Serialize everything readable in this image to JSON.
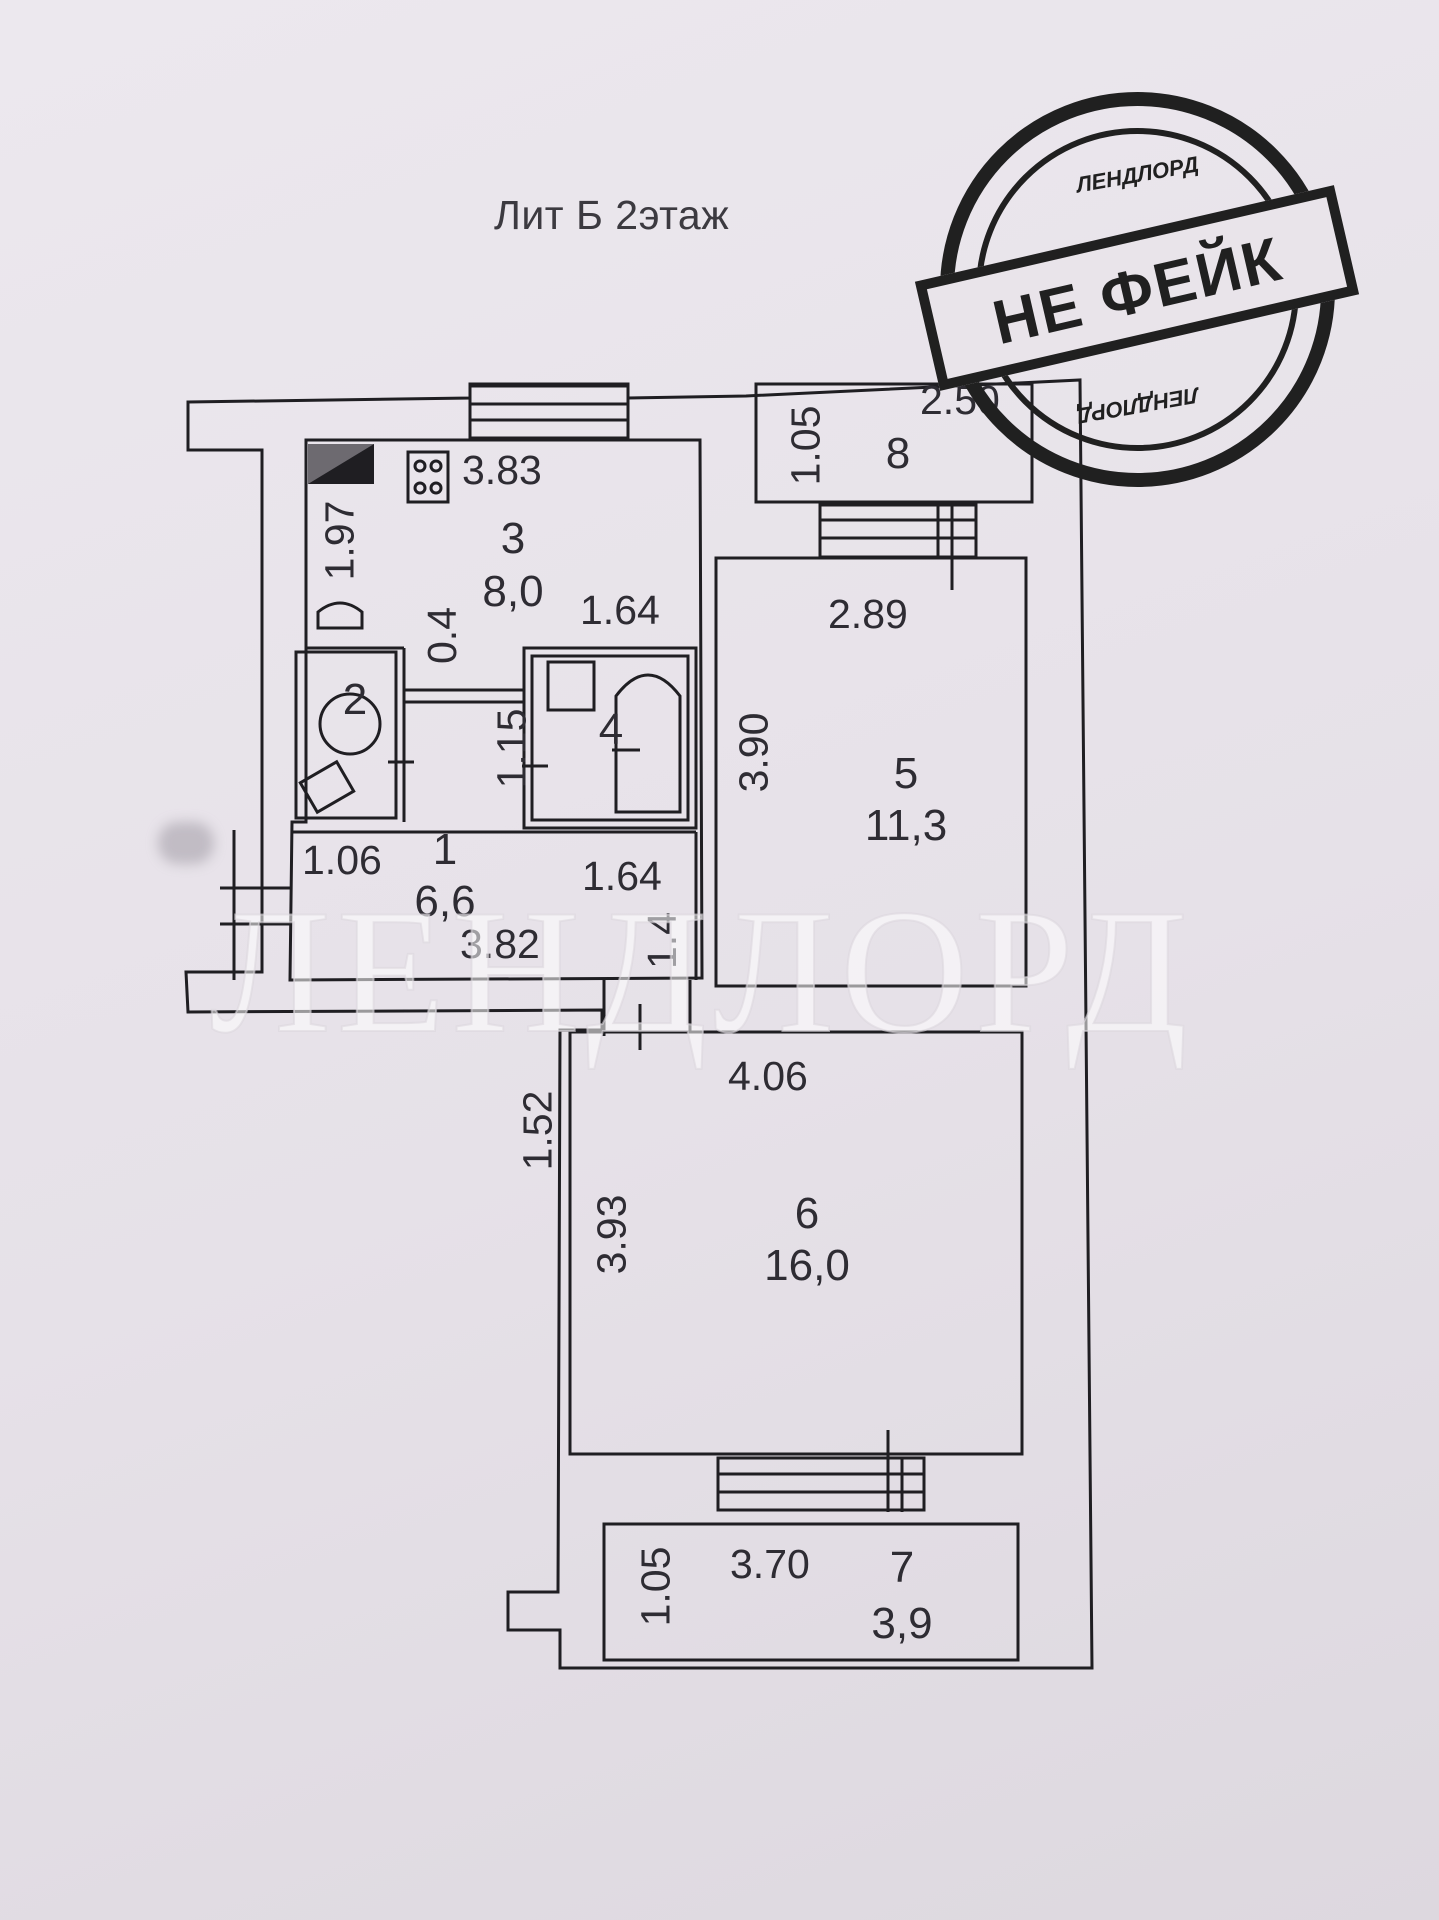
{
  "plan": {
    "title": "Лит Б 2этаж"
  },
  "rooms": [
    {
      "id": "room-1",
      "number": "1",
      "area": "6,6"
    },
    {
      "id": "room-2",
      "number": "2",
      "area": ""
    },
    {
      "id": "room-3",
      "number": "3",
      "area": "8,0"
    },
    {
      "id": "room-4",
      "number": "4",
      "area": ""
    },
    {
      "id": "room-5",
      "number": "5",
      "area": "11,3"
    },
    {
      "id": "room-6",
      "number": "6",
      "area": "16,0"
    },
    {
      "id": "room-7",
      "number": "7",
      "area": "3,9"
    },
    {
      "id": "room-8",
      "number": "8",
      "area": ""
    }
  ],
  "dimensions": {
    "kitchen_width": "3.83",
    "kitchen_height": "1.97",
    "kitchen_step": "0.4",
    "bath_width_top": "1.64",
    "corridor_gap": "1.15",
    "hall_left": "1.06",
    "hall_right": "1.64",
    "hall_width": "3.82",
    "hall_door": "1.4",
    "balcony_top_height": "1.05",
    "balcony_top_width": "2.50",
    "room5_width": "2.89",
    "room5_height": "3.90",
    "room6_width": "4.06",
    "room6_height": "3.93",
    "room6_side": "1.52",
    "balcony_bottom_height": "1.05",
    "balcony_bottom_width": "3.70"
  },
  "watermark": {
    "text": "ЛЕНДЛОРД"
  },
  "stamp": {
    "brand_top": "ЛЕНДЛОРД",
    "brand_bottom": "ЛЕНДЛОРД",
    "banner": "НЕ ФЕЙК"
  },
  "colors": {
    "paper": "#e9e4ea",
    "line": "#1f1e22",
    "stamp": "#202020"
  }
}
